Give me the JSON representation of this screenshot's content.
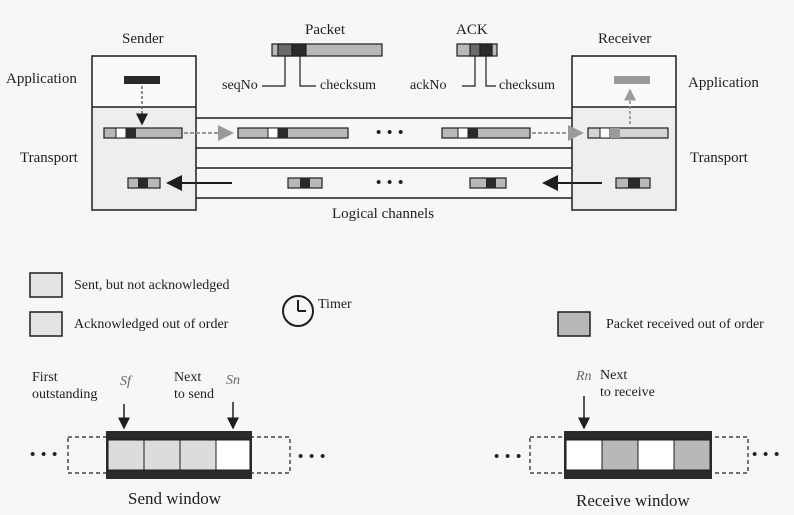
{
  "header": {
    "sender": "Sender",
    "receiver": "Receiver",
    "packet": "Packet",
    "ack": "ACK"
  },
  "fields": {
    "seqno": "seqNo",
    "checksum_packet": "checksum",
    "ackno": "ackNo",
    "checksum_ack": "checksum"
  },
  "layers": {
    "application_left": "Application",
    "transport_left": "Transport",
    "application_right": "Application",
    "transport_right": "Transport"
  },
  "channels": {
    "ellipsis_top": "• • •",
    "ellipsis_bottom": "• • •",
    "label": "Logical channels"
  },
  "legend": {
    "sent_not_acked": "Sent, but not acknowledged",
    "acked_out_of_order": "Acknowledged out of order",
    "timer": "Timer",
    "received_out_of_order": "Packet received out of order"
  },
  "send_window": {
    "first_outstanding_1": "First",
    "first_outstanding_2": "outstanding",
    "sf": "Sf",
    "next_to_send_1": "Next",
    "next_to_send_2": "to send",
    "sn": "Sn",
    "ellipsis_left": "• • •",
    "ellipsis_right": "• • •",
    "title": "Send window"
  },
  "receive_window": {
    "rn": "Rn",
    "next_to_receive_1": "Next",
    "next_to_receive_2": "to receive",
    "ellipsis_left": "• • •",
    "ellipsis_right": "• • •",
    "title": "Receive window"
  },
  "colors": {
    "line": "#1e1e1e",
    "box_fill": "#eeeeec",
    "packet_fill": "#b8b8b8",
    "dark": "#2a2a2a",
    "light_arrow": "#9a9a9a"
  }
}
